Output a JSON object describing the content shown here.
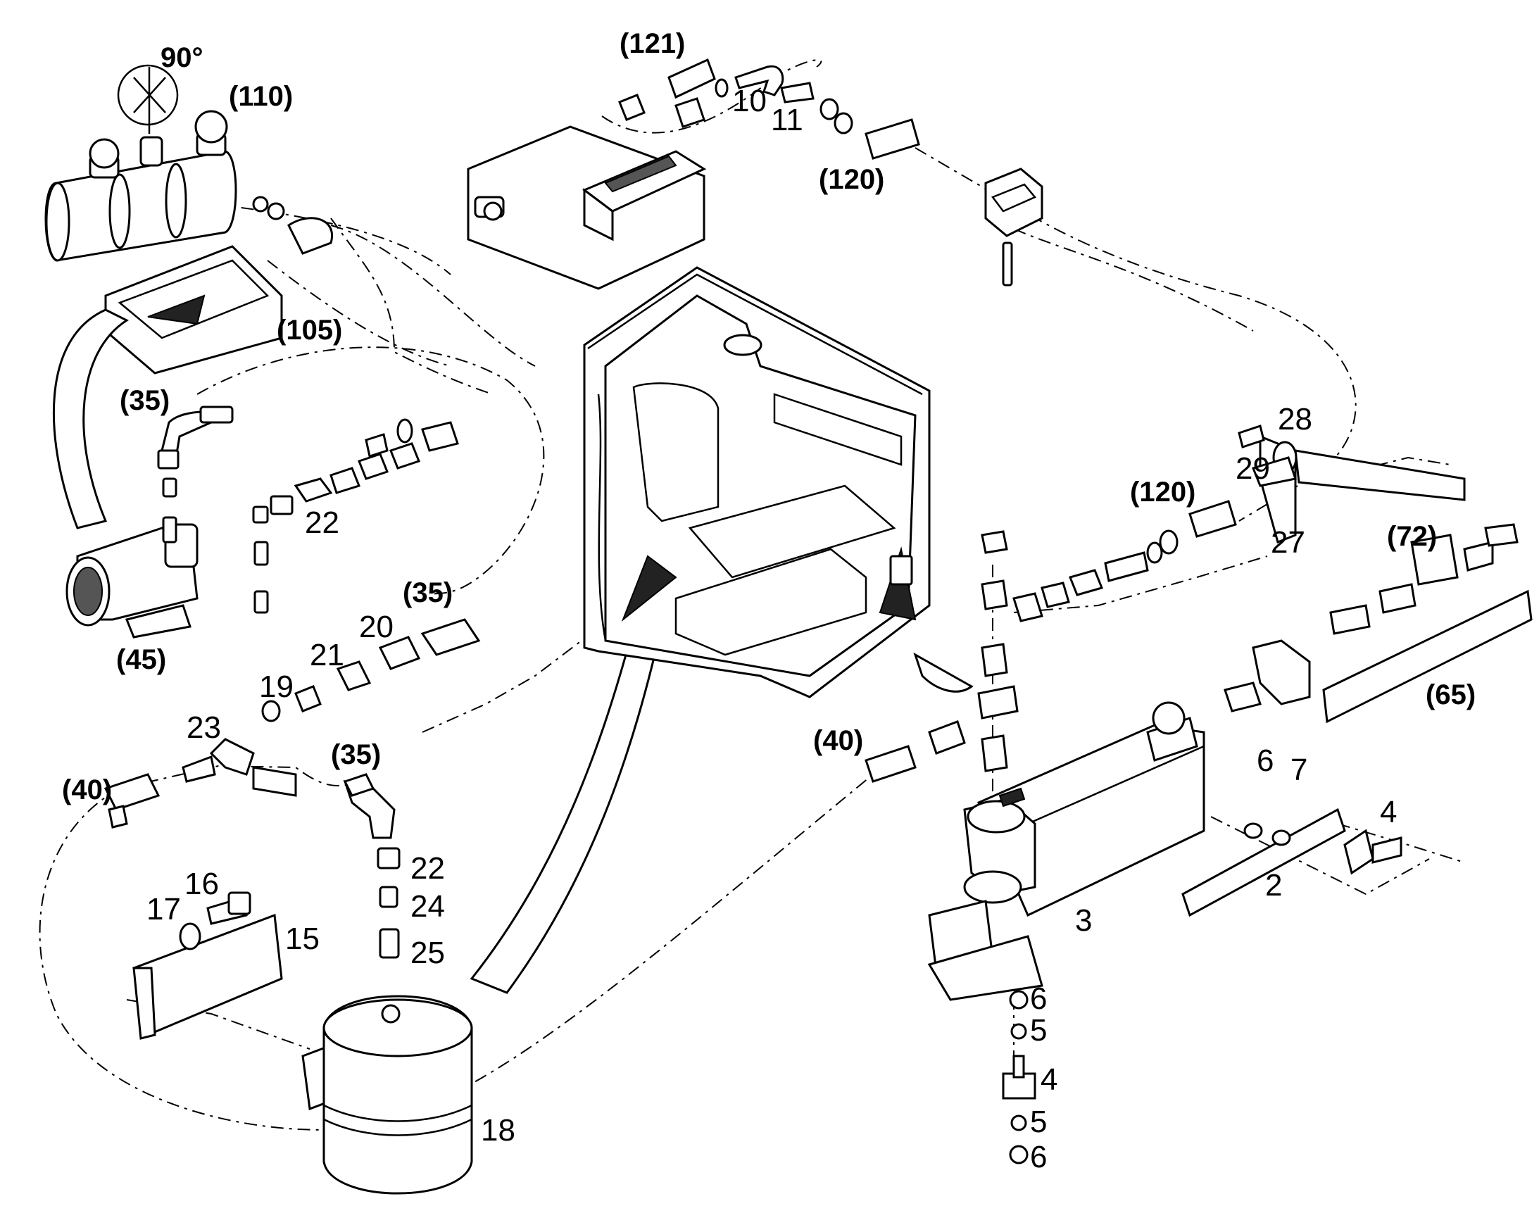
{
  "callouts": {
    "angle": "90°",
    "c110": "(110)",
    "c105": "(105)",
    "c35a": "(35)",
    "c45": "(45)",
    "n22a": "22",
    "c35b": "(35)",
    "n20": "20",
    "n21": "21",
    "n19": "19",
    "n23": "23",
    "c35c": "(35)",
    "c40a": "(40)",
    "n22b": "22",
    "n24": "24",
    "n25": "25",
    "n16": "16",
    "n17": "17",
    "n15": "15",
    "n18": "18",
    "c121": "(121)",
    "n10": "10",
    "n11": "11",
    "c120a": "(120)",
    "c120b": "(120)",
    "n28": "28",
    "n29": "29",
    "n27": "27",
    "c72": "(72)",
    "c65": "(65)",
    "c40b": "(40)",
    "n6a": "6",
    "n7": "7",
    "n4a": "4",
    "n2": "2",
    "n3": "3",
    "n6b": "6",
    "n5a": "5",
    "n4b": "4",
    "n5b": "5",
    "n6c": "6"
  }
}
